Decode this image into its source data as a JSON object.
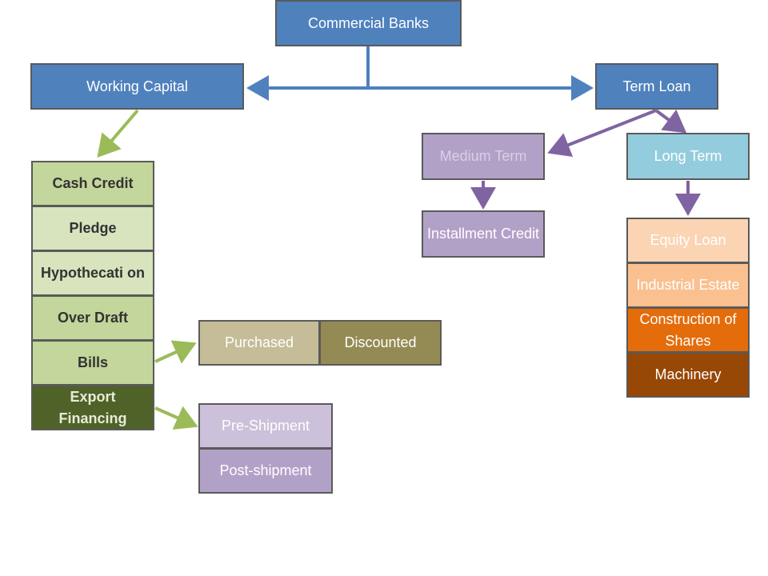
{
  "nodes": {
    "commercial_banks": "Commercial Banks",
    "working_capital": "Working Capital",
    "term_loan": "Term Loan",
    "medium_term": "Medium Term",
    "long_term": "Long Term",
    "installment_credit": "Installment Credit",
    "cash_credit": "Cash Credit",
    "pledge": "Pledge",
    "hypothecation": "Hypothecati on",
    "over_draft": "Over Draft",
    "bills": "Bills",
    "export_financing": "Export Financing",
    "purchased": "Purchased",
    "discounted": "Discounted",
    "pre_shipment": "Pre-Shipment",
    "post_shipment": "Post-shipment",
    "equity_loan": "Equity Loan",
    "industrial_estate": "Industrial Estate",
    "construction_of_shares": "Construction of Shares",
    "machinery": "Machinery"
  },
  "colors": {
    "blue": "#4f81bd",
    "light_blue": "#93cddd",
    "green_arrow": "#9bbb59",
    "purple_arrow": "#8064a2"
  }
}
